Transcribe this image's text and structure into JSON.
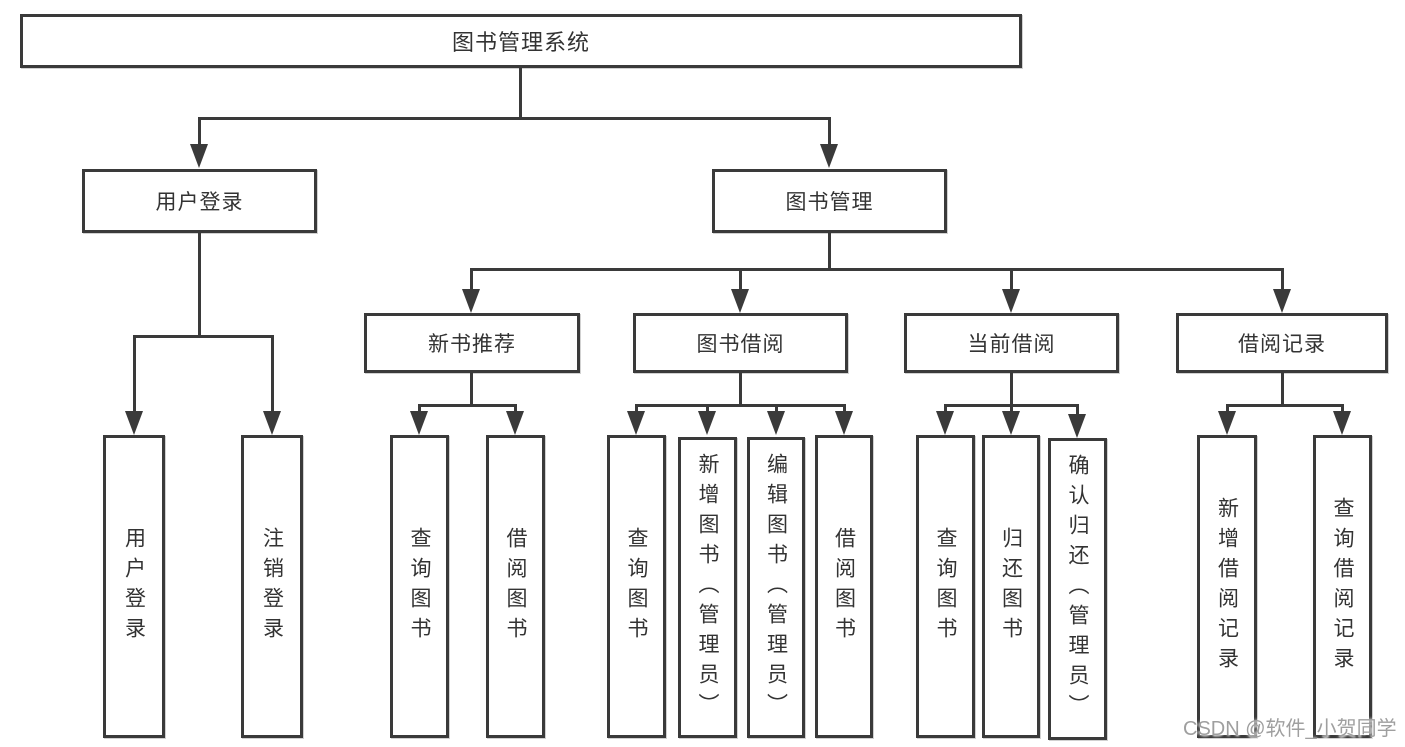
{
  "diagram": {
    "type": "hierarchy-tree",
    "root": {
      "label": "图书管理系统"
    },
    "branches": [
      {
        "label": "用户登录",
        "children": [
          {
            "label": "用户登录"
          },
          {
            "label": "注销登录"
          }
        ]
      },
      {
        "label": "图书管理",
        "children": [
          {
            "label": "新书推荐",
            "children": [
              {
                "label": "查询图书"
              },
              {
                "label": "借阅图书"
              }
            ]
          },
          {
            "label": "图书借阅",
            "children": [
              {
                "label": "查询图书"
              },
              {
                "label": "新增图书（管理员）"
              },
              {
                "label": "编辑图书（管理员）"
              },
              {
                "label": "借阅图书"
              }
            ]
          },
          {
            "label": "当前借阅",
            "children": [
              {
                "label": "查询图书"
              },
              {
                "label": "归还图书"
              },
              {
                "label": "确认归还（管理员）"
              }
            ]
          },
          {
            "label": "借阅记录",
            "children": [
              {
                "label": "新增借阅记录"
              },
              {
                "label": "查询借阅记录"
              }
            ]
          }
        ]
      }
    ],
    "watermark": "CSDN @软件_小贺同学",
    "colors": {
      "line": "#3a3a3a",
      "box_border": "#3a3a3a",
      "text": "#333333",
      "background": "#ffffff",
      "watermark": "#9f9f9f"
    }
  }
}
